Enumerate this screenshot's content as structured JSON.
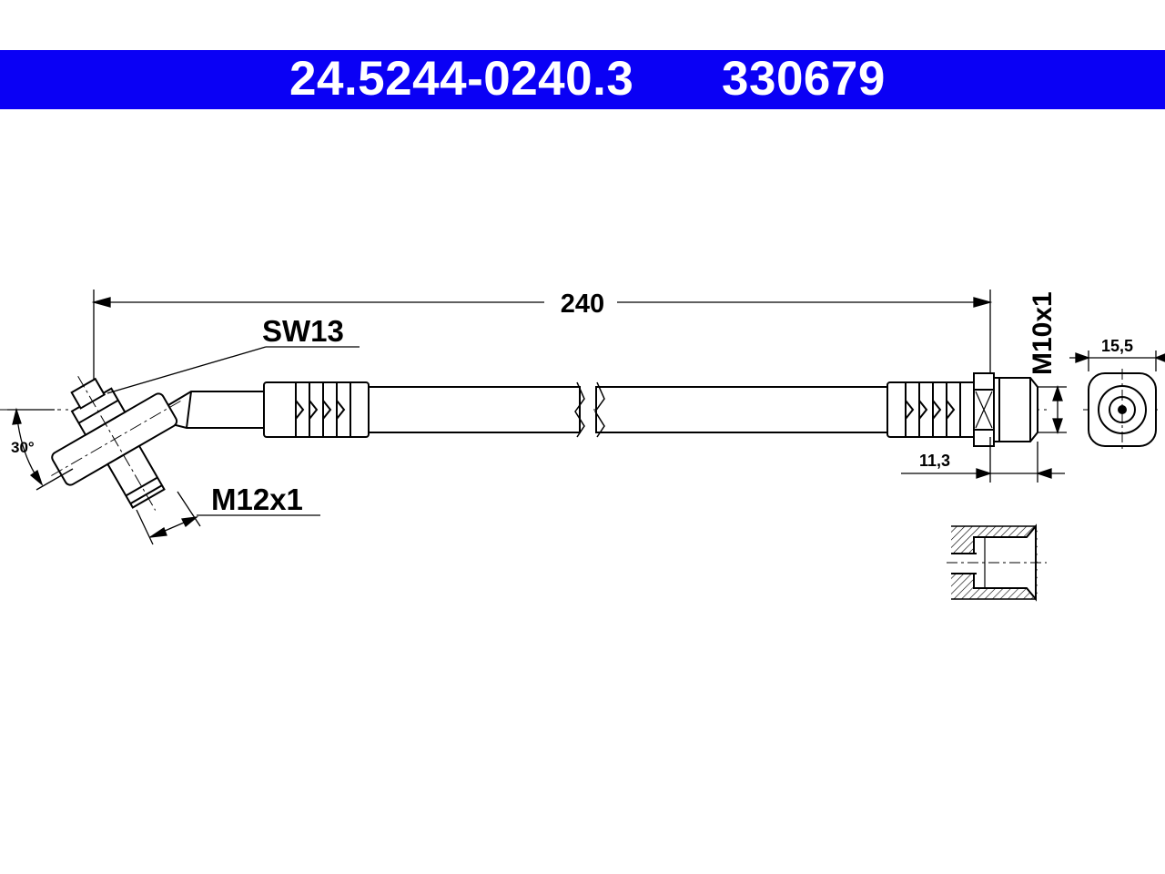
{
  "header": {
    "part_number": "24.5244-0240.3",
    "reference_number": "330679",
    "banner_color": "#0a00f5"
  },
  "dimensions": {
    "length": "240",
    "wrench_size": "SW13",
    "angle": "30°",
    "thread_left": "M12x1",
    "thread_right": "M10x1",
    "fitting_length": "11,3",
    "fitting_diameter": "15,5"
  }
}
